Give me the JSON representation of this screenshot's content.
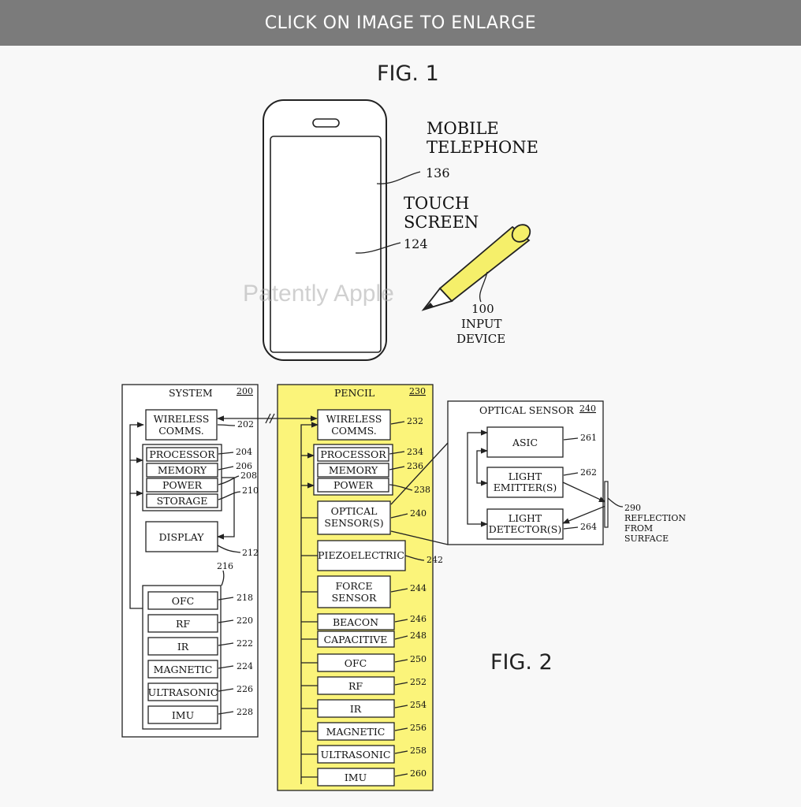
{
  "banner": {
    "text": "CLICK ON IMAGE TO ENLARGE"
  },
  "watermark": "Patently Apple",
  "fig1": {
    "title": "FIG. 1",
    "mobile_label_1": "MOBILE",
    "mobile_label_2": "TELEPHONE",
    "mobile_ref": "136",
    "screen_label_1": "TOUCH",
    "screen_label_2": "SCREEN",
    "screen_ref": "124",
    "input_ref": "100",
    "input_label_1": "INPUT",
    "input_label_2": "DEVICE",
    "pencil_color": "#f5ef6a"
  },
  "fig2": {
    "title": "FIG. 2",
    "highlight_color": "#fbf47a",
    "system": {
      "title": "SYSTEM",
      "ref": "200",
      "wireless_1": "WIRELESS",
      "wireless_2": "COMMS.",
      "wireless_ref": "202",
      "processor": "PROCESSOR",
      "processor_ref": "204",
      "memory": "MEMORY",
      "memory_ref": "206",
      "power": "POWER",
      "power_ref": "208",
      "storage": "STORAGE",
      "storage_ref": "210",
      "display": "DISPLAY",
      "display_ref": "212",
      "sensors_ref": "216",
      "sensors": [
        {
          "label": "OFC",
          "ref": "218"
        },
        {
          "label": "RF",
          "ref": "220"
        },
        {
          "label": "IR",
          "ref": "222"
        },
        {
          "label": "MAGNETIC",
          "ref": "224"
        },
        {
          "label": "ULTRASONIC",
          "ref": "226"
        },
        {
          "label": "IMU",
          "ref": "228"
        }
      ]
    },
    "pencil": {
      "title": "PENCIL",
      "ref": "230",
      "wireless_1": "WIRELESS",
      "wireless_2": "COMMS.",
      "wireless_ref": "232",
      "processor": "PROCESSOR",
      "processor_ref": "234",
      "memory": "MEMORY",
      "memory_ref": "236",
      "power": "POWER",
      "power_ref": "238",
      "optical_1": "OPTICAL",
      "optical_2": "SENSOR(S)",
      "optical_ref": "240",
      "piezo": "PIEZOELECTRIC",
      "piezo_ref": "242",
      "force_1": "FORCE",
      "force_2": "SENSOR",
      "force_ref": "244",
      "beacon": "BEACON",
      "beacon_ref": "246",
      "capacitive": "CAPACITIVE",
      "capacitive_ref": "248",
      "sensors": [
        {
          "label": "OFC",
          "ref": "250"
        },
        {
          "label": "RF",
          "ref": "252"
        },
        {
          "label": "IR",
          "ref": "254"
        },
        {
          "label": "MAGNETIC",
          "ref": "256"
        },
        {
          "label": "ULTRASONIC",
          "ref": "258"
        },
        {
          "label": "IMU",
          "ref": "260"
        }
      ]
    },
    "optical": {
      "title": "OPTICAL SENSOR",
      "ref": "240",
      "asic": "ASIC",
      "asic_ref": "261",
      "emitter_1": "LIGHT",
      "emitter_2": "EMITTER(S)",
      "emitter_ref": "262",
      "detector_1": "LIGHT",
      "detector_2": "DETECTOR(S)",
      "detector_ref": "264",
      "surface_ref": "290",
      "surface_1": "REFLECTION",
      "surface_2": "FROM",
      "surface_3": "SURFACE"
    }
  }
}
